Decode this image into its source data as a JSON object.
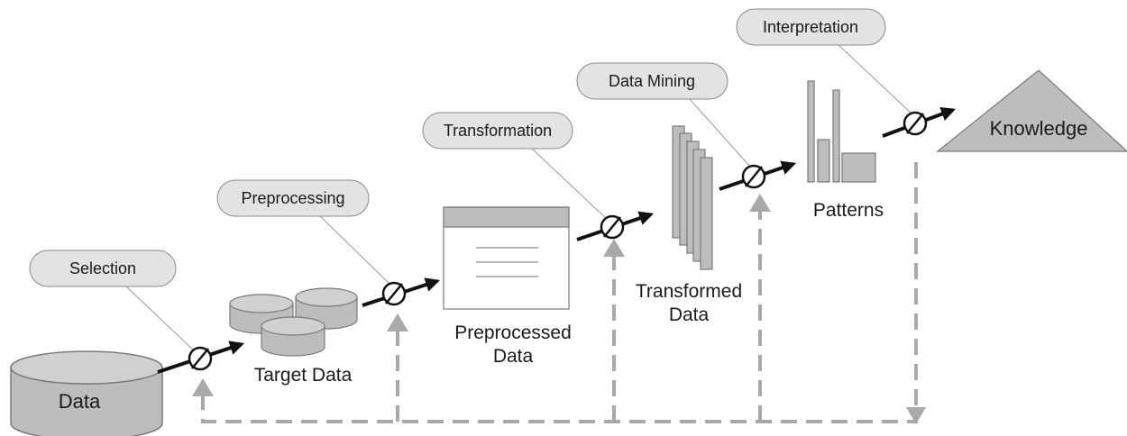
{
  "steps": {
    "selection": "Selection",
    "preprocessing": "Preprocessing",
    "transformation": "Transformation",
    "data_mining": "Data Mining",
    "interpretation": "Interpretation"
  },
  "stages": {
    "data": "Data",
    "target_data": "Target Data",
    "preprocessed_data": [
      "Preprocessed",
      "Data"
    ],
    "transformed_data": [
      "Transformed",
      "Data"
    ],
    "patterns": "Patterns",
    "knowledge": "Knowledge"
  },
  "colors": {
    "pill_fill": "#e3e3e3",
    "pill_stroke": "#8a8a8a",
    "shape_fill": "#bdbdbd",
    "shape_stroke": "#7a7a7a",
    "arrow": "#111111",
    "feedback": "#a9a9a9"
  }
}
